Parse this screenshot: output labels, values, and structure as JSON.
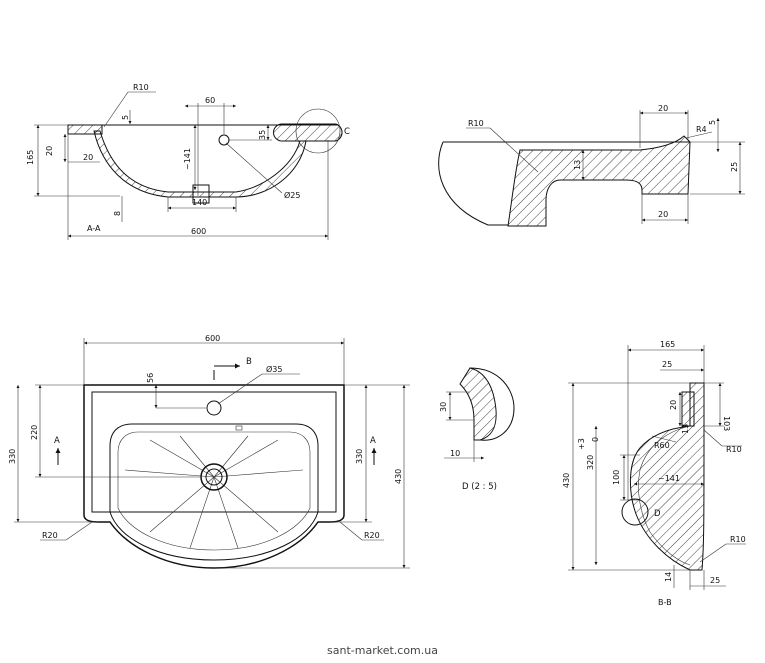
{
  "drawing": {
    "section_aa": {
      "name": "A-A",
      "dims": {
        "r10": "R10",
        "d5": "5",
        "d60": "60",
        "d35": "35",
        "c": "C",
        "d165": "165",
        "d20a": "20",
        "d20b": "20",
        "d141": "~141",
        "d8": "8",
        "d140": "140",
        "dia25": "Ø25",
        "d600": "600"
      }
    },
    "detail_c": {
      "dims": {
        "r10": "R10",
        "d20top": "20",
        "r4": "R4",
        "d5": "5",
        "d13": "13",
        "d25": "25",
        "d20bot": "20"
      }
    },
    "top_view": {
      "dims": {
        "d600": "600",
        "b": "B",
        "d56": "56",
        "dia35": "Ø35",
        "d220": "220",
        "d330l": "330",
        "a_left": "A",
        "a_right": "A",
        "d330r": "330",
        "d430": "430",
        "r20l": "R20",
        "r20r": "R20"
      }
    },
    "detail_d": {
      "name": "D (2 : 5)",
      "dims": {
        "d30": "30",
        "d10": "10"
      }
    },
    "section_bb": {
      "name": "B-B",
      "dims": {
        "d165": "165",
        "d25top": "25",
        "d20": "20",
        "d103": "103",
        "d13": "13",
        "r60": "R60",
        "r10a": "R10",
        "d430": "430",
        "d320": "320",
        "tol_plus": "+3",
        "tol_zero": "0",
        "d100": "100",
        "d141": "~141",
        "d": "D",
        "r10b": "R10",
        "d14": "14",
        "d25bot": "25"
      }
    }
  },
  "watermark": "sant-market.com.ua"
}
